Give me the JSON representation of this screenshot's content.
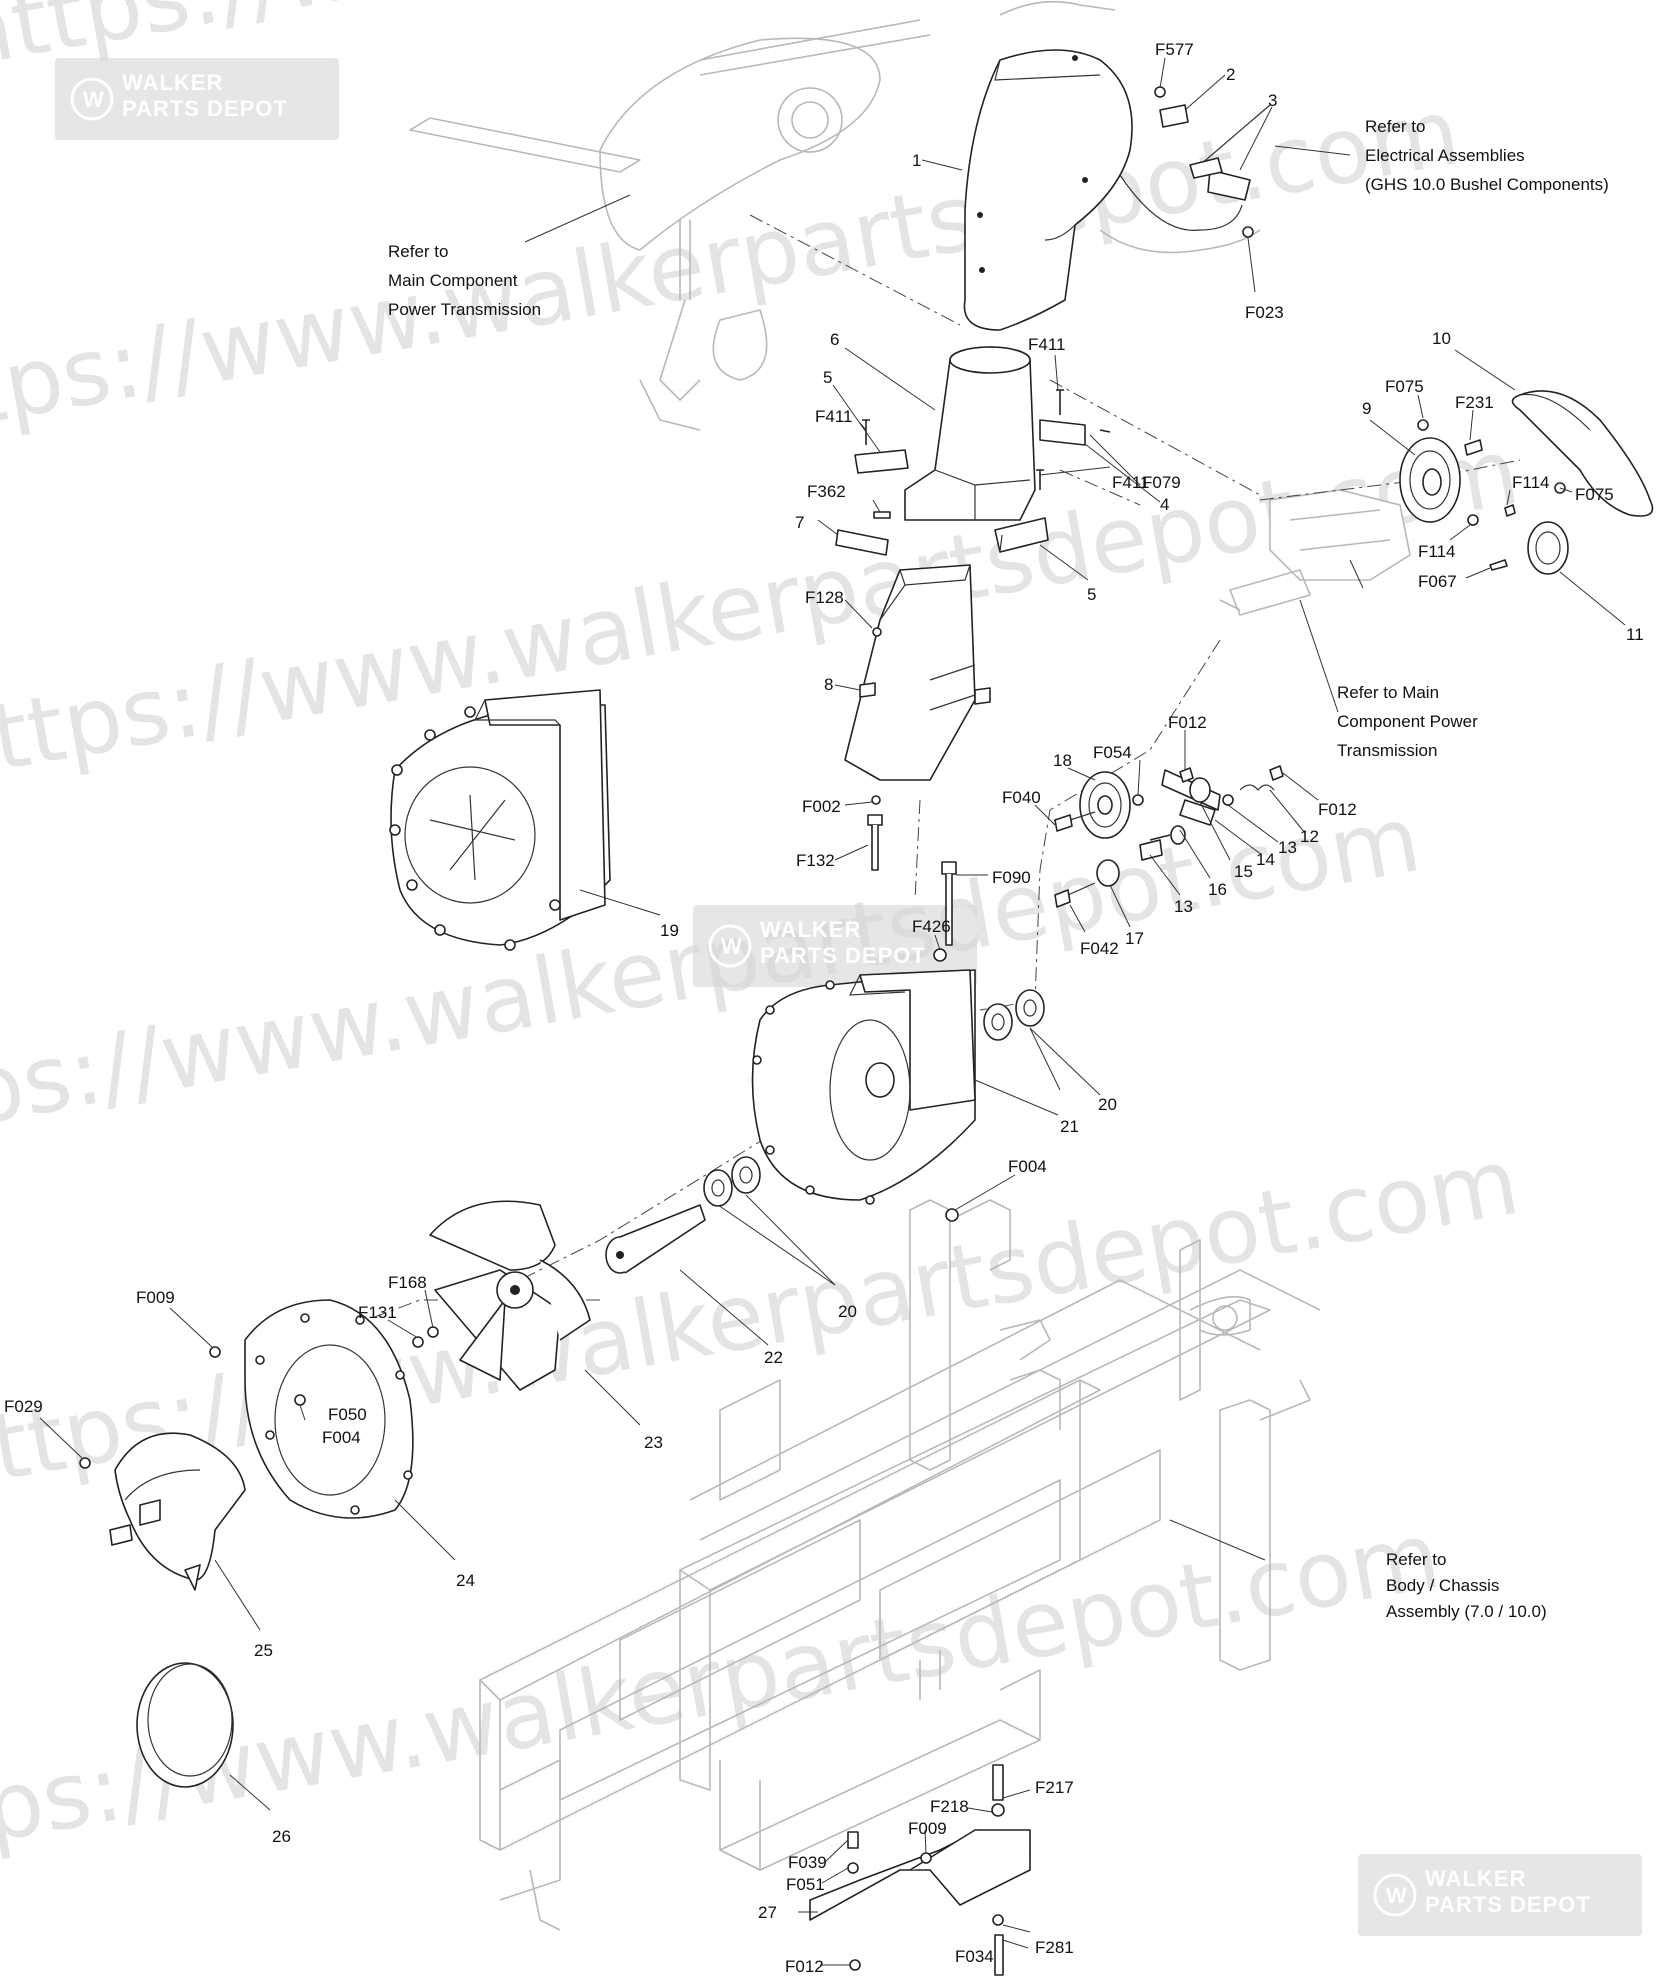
{
  "watermarks": {
    "url_text": "https://www.walkerpartsdepot.com",
    "badge_line1": "WALKER",
    "badge_line2": "PARTS DEPOT",
    "badge_logo": "W"
  },
  "refs": {
    "main_component": [
      "Refer to",
      "Main Component",
      "Power Transmission"
    ],
    "electrical": [
      "Refer to",
      "Electrical Assemblies",
      "(GHS 10.0 Bushel Components)"
    ],
    "main_component_2": [
      "Refer to Main",
      "Component Power",
      "Transmission"
    ],
    "body_chassis": [
      "Refer to",
      "Body / Chassis",
      "Assembly (7.0 / 10.0)"
    ]
  },
  "callouts": {
    "p1": "1",
    "p2": "2",
    "p3": "3",
    "p4": "4",
    "p5a": "5",
    "p5b": "5",
    "p6": "6",
    "p7": "7",
    "p8": "8",
    "p9": "9",
    "p10": "10",
    "p11": "11",
    "p12": "12",
    "p13a": "13",
    "p13b": "13",
    "p14": "14",
    "p15": "15",
    "p16": "16",
    "p17": "17",
    "p18": "18",
    "p19": "19",
    "p20a": "20",
    "p20b": "20",
    "p21": "21",
    "p22": "22",
    "p23": "23",
    "p24": "24",
    "p25": "25",
    "p26": "26",
    "p27": "27",
    "F577": "F577",
    "F023": "F023",
    "F411a": "F411",
    "F411b": "F411",
    "F411c": "F411",
    "F079": "F079",
    "F362": "F362",
    "F075a": "F075",
    "F075b": "F075",
    "F231": "F231",
    "F114a": "F114",
    "F114b": "F114",
    "F067": "F067",
    "F128": "F128",
    "F002": "F002",
    "F132": "F132",
    "F012a": "F012",
    "F012b": "F012",
    "F054": "F054",
    "F040": "F040",
    "F090": "F090",
    "F042": "F042",
    "F426": "F426",
    "F004a": "F004",
    "F168": "F168",
    "F131": "F131",
    "F009a": "F009",
    "F029": "F029",
    "F050": "F050",
    "F004b": "F004",
    "F218": "F218",
    "F217": "F217",
    "F009b": "F009",
    "F039": "F039",
    "F051": "F051",
    "F012c": "F012",
    "F034": "F034",
    "F281": "F281"
  }
}
